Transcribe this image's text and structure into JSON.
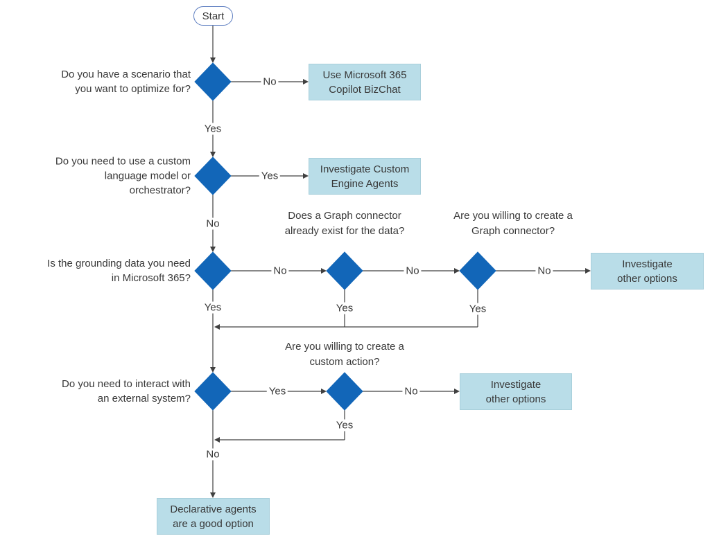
{
  "colors": {
    "diamond-fill": "#1266b8",
    "result-fill": "#b9dde8",
    "result-border": "#a8cfdb",
    "line": "#404040",
    "text": "#383838",
    "start-border": "#5b7cc0",
    "canvas-bg": "#ffffff"
  },
  "nodes": {
    "start": "Start",
    "q_scenario": "Do you have a scenario that\nyou want to optimize for?",
    "q_custom_model": "Do you need to use a custom\nlanguage model or\norchestrator?",
    "q_grounding": "Is the grounding data you need\nin Microsoft 365?",
    "q_graph_exists": "Does a Graph connector\nalready exist for the data?",
    "q_graph_create": "Are you willing to create a\nGraph connector?",
    "q_external": "Do you need to interact with\nan external system?",
    "q_custom_action": "Are you willing to create a\ncustom action?",
    "r_bizchat": "Use Microsoft 365\nCopilot BizChat",
    "r_custom_engine": "Investigate Custom\nEngine Agents",
    "r_other_options_1": "Investigate\nother options",
    "r_other_options_2": "Investigate\nother options",
    "r_declarative": "Declarative agents\nare a good option"
  },
  "edges": [
    {
      "id": "scenario-no",
      "label": "No"
    },
    {
      "id": "scenario-yes",
      "label": "Yes"
    },
    {
      "id": "custom-model-yes",
      "label": "Yes"
    },
    {
      "id": "custom-model-no",
      "label": "No"
    },
    {
      "id": "grounding-no",
      "label": "No"
    },
    {
      "id": "grounding-yes",
      "label": "Yes"
    },
    {
      "id": "graph-exists-no",
      "label": "No"
    },
    {
      "id": "graph-exists-yes",
      "label": "Yes"
    },
    {
      "id": "graph-create-no",
      "label": "No"
    },
    {
      "id": "graph-create-yes",
      "label": "Yes"
    },
    {
      "id": "external-yes",
      "label": "Yes"
    },
    {
      "id": "custom-action-no",
      "label": "No"
    },
    {
      "id": "custom-action-yes",
      "label": "Yes"
    },
    {
      "id": "external-no",
      "label": "No"
    }
  ]
}
